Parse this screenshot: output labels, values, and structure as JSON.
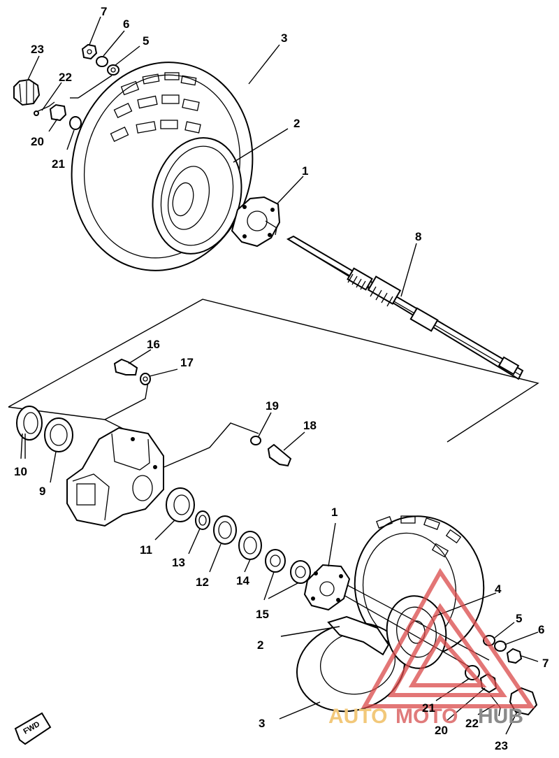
{
  "labels": {
    "l7a": "7",
    "l6a": "6",
    "l5a": "5",
    "l3a": "3",
    "l23a": "23",
    "l22a": "22",
    "l2a": "2",
    "l20a": "20",
    "l21a": "21",
    "l1a": "1",
    "l8": "8",
    "l16": "16",
    "l17": "17",
    "l19": "19",
    "l18": "18",
    "l10": "10",
    "l9": "9",
    "l11": "11",
    "l13": "13",
    "l12": "12",
    "l14": "14",
    "l15": "15",
    "l1b": "1",
    "l4": "4",
    "l5b": "5",
    "l6b": "6",
    "l7b": "7",
    "l2b": "2",
    "l21b": "21",
    "l20b": "20",
    "l22b": "22",
    "l23b": "23",
    "l3b": "3"
  },
  "direction_tag": "FWD",
  "watermark": {
    "auto": "AUTO",
    "moto": "MOTO",
    "hub": "HUB",
    "colors": {
      "auto": "#f2c87a",
      "moto": "#e07b7b",
      "hub": "#8a8a8a",
      "triangle": "#d94848"
    }
  }
}
